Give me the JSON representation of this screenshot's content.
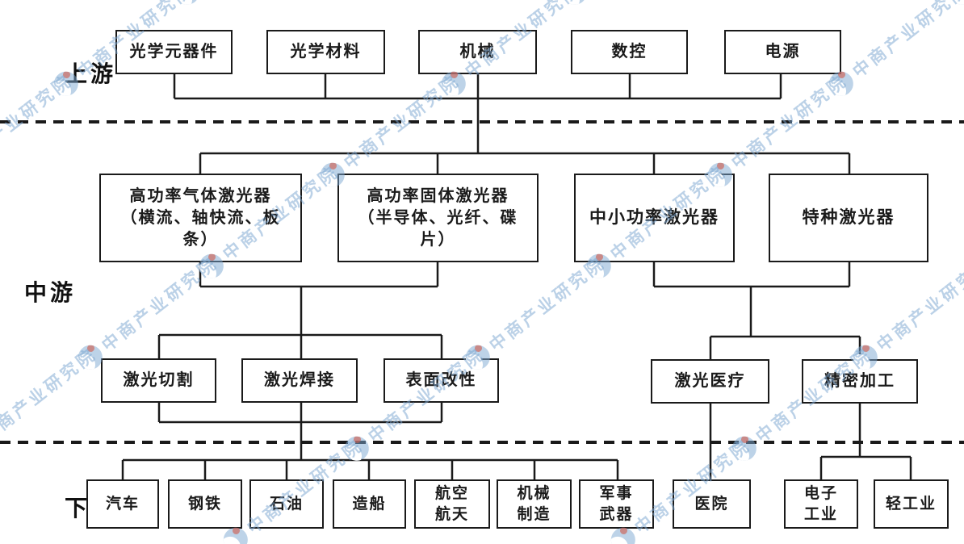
{
  "watermark": {
    "text": "中商产业研究院"
  },
  "section_labels": {
    "upstream": "上游",
    "midstream": "中游",
    "downstream": "下游"
  },
  "nodes": {
    "optical_components": "光学元器件",
    "optical_materials": "光学材料",
    "machinery": "机械",
    "cnc": "数控",
    "power_supply": "电源",
    "high_power_gas_laser": "高功率气体激光器\n（横流、轴快流、板\n条）",
    "high_power_solid_laser": "高功率固体激光器\n（半导体、光纤、碟\n片）",
    "mid_small_power_laser": "中小功率激光器",
    "special_laser": "特种激光器",
    "laser_cutting": "激光切割",
    "laser_welding": "激光焊接",
    "surface_modification": "表面改性",
    "laser_medical": "激光医疗",
    "precision_machining": "精密加工",
    "automobile": "汽车",
    "steel": "钢铁",
    "petroleum": "石油",
    "shipbuilding": "造船",
    "aerospace": "航空\n航天",
    "machinery_manufacturing": "机械\n制造",
    "military_weapons": "军事\n武器",
    "hospital": "医院",
    "electronics_industry": "电子\n工业",
    "light_industry": "轻工业"
  },
  "colors": {
    "line": "#1a1a1a",
    "watermark_blue": "#7ca7d1",
    "watermark_red": "#ce5c4d"
  }
}
